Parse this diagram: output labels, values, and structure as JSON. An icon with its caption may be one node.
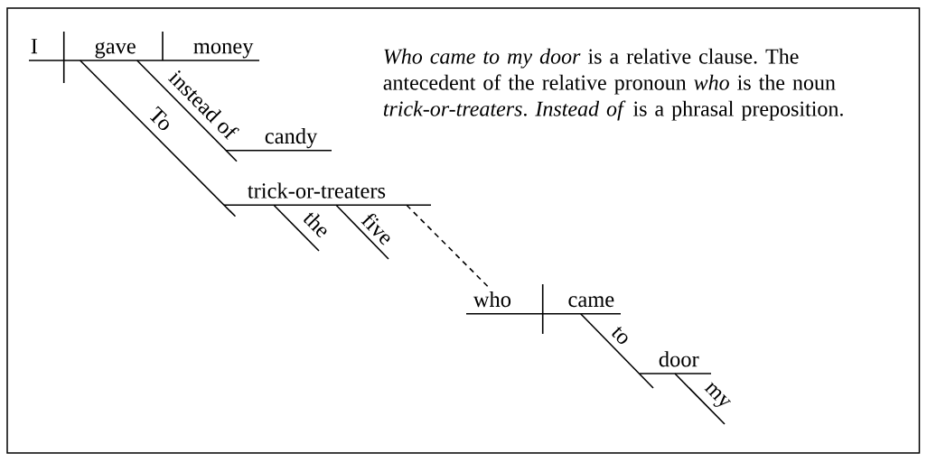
{
  "diagram": {
    "nodes": [
      {
        "text": [
          "I"
        ]
      },
      {
        "text": [
          "gave"
        ]
      },
      {
        "text": [
          "money"
        ]
      },
      {
        "text": [
          "candy"
        ]
      },
      {
        "text": [
          "trick-or-treaters"
        ]
      },
      {
        "text": [
          "who"
        ]
      },
      {
        "text": [
          "came"
        ]
      },
      {
        "text": [
          "door"
        ]
      }
    ],
    "edges": [
      {
        "from": 1,
        "to": 4,
        "arrow": "none",
        "label": "To"
      },
      {
        "from": 1,
        "to": 3,
        "arrow": "none",
        "label": "instead of"
      },
      {
        "from": 4,
        "to": null,
        "arrow": "none",
        "label": "the"
      },
      {
        "from": 4,
        "to": null,
        "arrow": "none",
        "label": "five"
      },
      {
        "from": 4,
        "to": 5,
        "arrow": "none",
        "style": "dashed"
      },
      {
        "from": 6,
        "to": 7,
        "arrow": "none",
        "label": "to"
      },
      {
        "from": 7,
        "to": null,
        "arrow": "none",
        "label": "my"
      }
    ],
    "labels": [
      "*Who came to my door* is a relative clause. The antecedent of the relative pronoun *who* is the noun *trick-or-treaters*. *Instead of* is a phrasal preposition."
    ]
  }
}
